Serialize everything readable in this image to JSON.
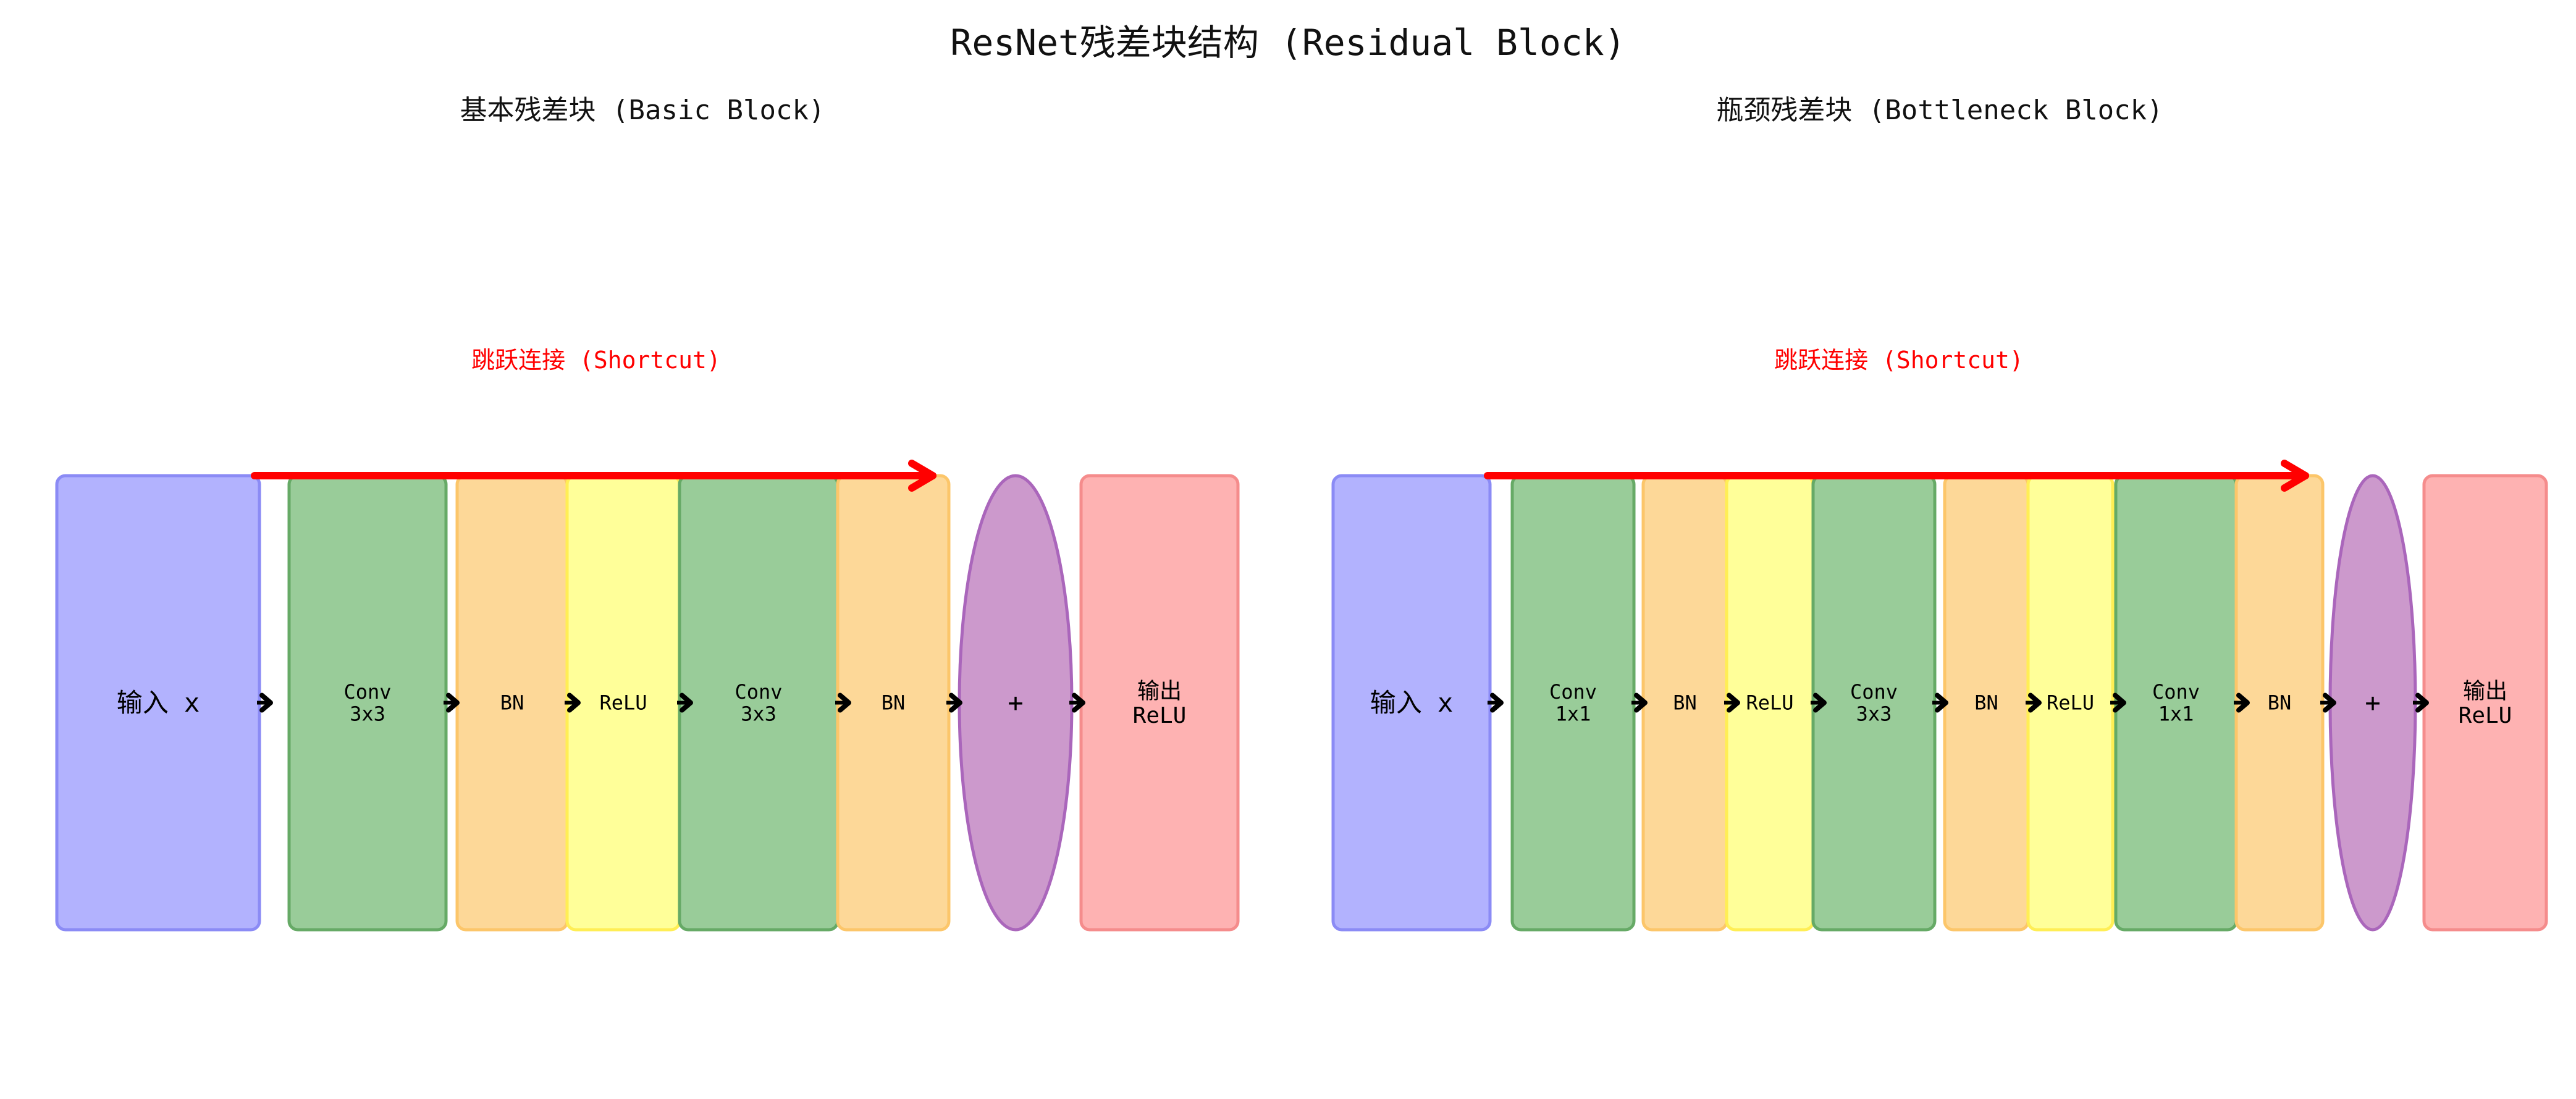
{
  "title": "ResNet残差块结构 (Residual Block)",
  "colors": {
    "input": "#b2b2fe",
    "input_edge": "#8b8bf5",
    "conv": "#99cc99",
    "conv_edge": "#66aa66",
    "bn": "#fdd898",
    "bn_edge": "#fcc66a",
    "relu": "#ffff99",
    "relu_edge": "#ffee55",
    "add": "#cc99cc",
    "add_edge": "#aa66bb",
    "output": "#feb2b2",
    "output_edge": "#f58c8c",
    "arrow": "#000000",
    "shortcut": "#ff0000"
  },
  "panels": [
    {
      "id": "basic",
      "title": "基本残差块 (Basic Block)",
      "shortcut_label": "跳跃连接 (Shortcut)",
      "blocks": [
        {
          "type": "input",
          "label": "输入 x"
        },
        {
          "type": "conv",
          "label": "Conv\n3x3"
        },
        {
          "type": "bn",
          "label": "BN"
        },
        {
          "type": "relu",
          "label": "ReLU"
        },
        {
          "type": "conv",
          "label": "Conv\n3x3"
        },
        {
          "type": "bn",
          "label": "BN"
        },
        {
          "type": "add",
          "label": "+"
        },
        {
          "type": "output",
          "label": "输出\nReLU"
        }
      ]
    },
    {
      "id": "bottleneck",
      "title": "瓶颈残差块 (Bottleneck Block)",
      "shortcut_label": "跳跃连接 (Shortcut)",
      "blocks": [
        {
          "type": "input",
          "label": "输入 x"
        },
        {
          "type": "conv",
          "label": "Conv\n1x1"
        },
        {
          "type": "bn",
          "label": "BN"
        },
        {
          "type": "relu",
          "label": "ReLU"
        },
        {
          "type": "conv",
          "label": "Conv\n3x3"
        },
        {
          "type": "bn",
          "label": "BN"
        },
        {
          "type": "relu",
          "label": "ReLU"
        },
        {
          "type": "conv",
          "label": "Conv\n1x1"
        },
        {
          "type": "bn",
          "label": "BN"
        },
        {
          "type": "add",
          "label": "+"
        },
        {
          "type": "output",
          "label": "输出\nReLU"
        }
      ]
    }
  ]
}
